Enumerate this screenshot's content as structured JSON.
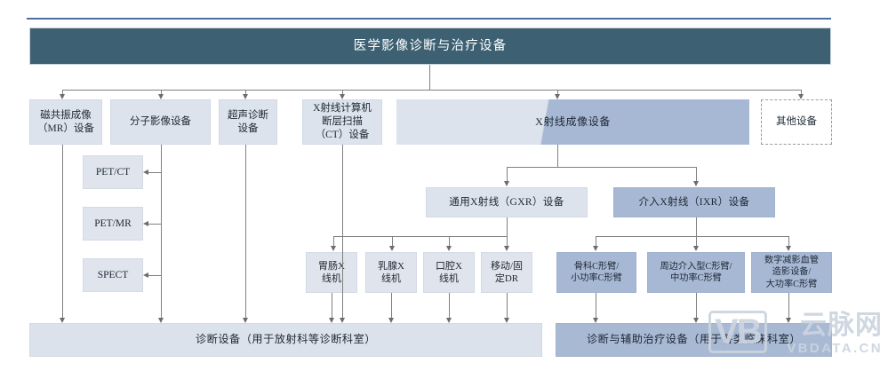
{
  "diagram": {
    "type": "hierarchy-flowchart",
    "root": {
      "label": "医学影像诊断与治疗设备",
      "color": "#3d6172"
    },
    "level2": [
      {
        "id": "mr",
        "label": "磁共振成像\n（MR）设备",
        "color": "#dde3ec"
      },
      {
        "id": "mi",
        "label": "分子影像设备",
        "color": "#dde3ec"
      },
      {
        "id": "us",
        "label": "超声诊断\n设备",
        "color": "#dde3ec"
      },
      {
        "id": "ct",
        "label": "X射线计算机\n断层扫描\n（CT）设备",
        "color": "#dde3ec"
      },
      {
        "id": "xray",
        "label": "X射线成像设备",
        "color": "#dde3ec"
      },
      {
        "id": "other",
        "label": "其他设备",
        "color": "#ffffff"
      }
    ],
    "molecular_children": [
      {
        "label": "PET/CT"
      },
      {
        "label": "PET/MR"
      },
      {
        "label": "SPECT"
      }
    ],
    "xray_children": [
      {
        "id": "gxr",
        "label": "通用X射线（GXR）设备",
        "color": "#dde3ec"
      },
      {
        "id": "ixr",
        "label": "介入X射线（IXR）设备",
        "color": "#a7b8d4"
      }
    ],
    "gxr_children": [
      {
        "label": "胃肠X\n线机"
      },
      {
        "label": "乳腺X\n线机"
      },
      {
        "label": "口腔X\n线机"
      },
      {
        "label": "移动/固\n定DR"
      }
    ],
    "ixr_children": [
      {
        "label": "骨科C形臂/\n小功率C形臂"
      },
      {
        "label": "周边介入型C形臂/\n中功率C形臂"
      },
      {
        "label": "数字减影血管\n造影设备/\n大功率C形臂"
      }
    ],
    "footers": [
      {
        "id": "diagnostic",
        "label": "诊断设备（用于放射科等诊断科室）",
        "color": "#dce2eb"
      },
      {
        "id": "therapy",
        "label": "诊断与辅助治疗设备（用于各类临床科室）",
        "color": "#a8b9d4"
      }
    ]
  },
  "watermark": {
    "logo": "VB",
    "cn": "云脉网",
    "en": "VBDATA.CN"
  }
}
